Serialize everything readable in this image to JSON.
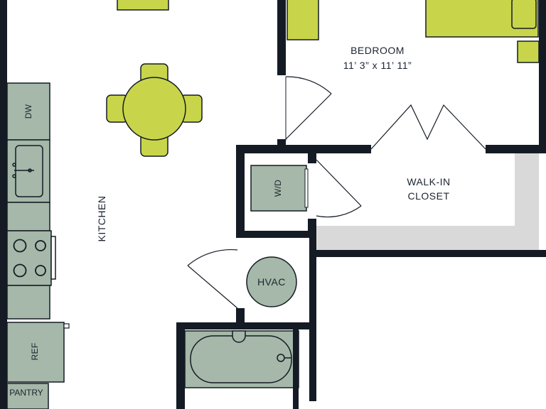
{
  "colors": {
    "wall": "#141b24",
    "appliance": "#a5b8a9",
    "furniture": "#c8d54a",
    "closet_shelf": "#d9d9d9",
    "text": "#1c2430"
  },
  "rooms": {
    "bedroom": {
      "name": "BEDROOM",
      "dimensions": "11’ 3” x 11’ 11”"
    },
    "kitchen": {
      "name": "KITCHEN"
    },
    "walk_in_closet": {
      "line1": "WALK-IN",
      "line2": "CLOSET"
    }
  },
  "fixtures": {
    "dishwasher": "DW",
    "washer_dryer": "W/D",
    "hvac": "HVAC",
    "refrigerator": "REF",
    "pantry": "PANTRY"
  }
}
